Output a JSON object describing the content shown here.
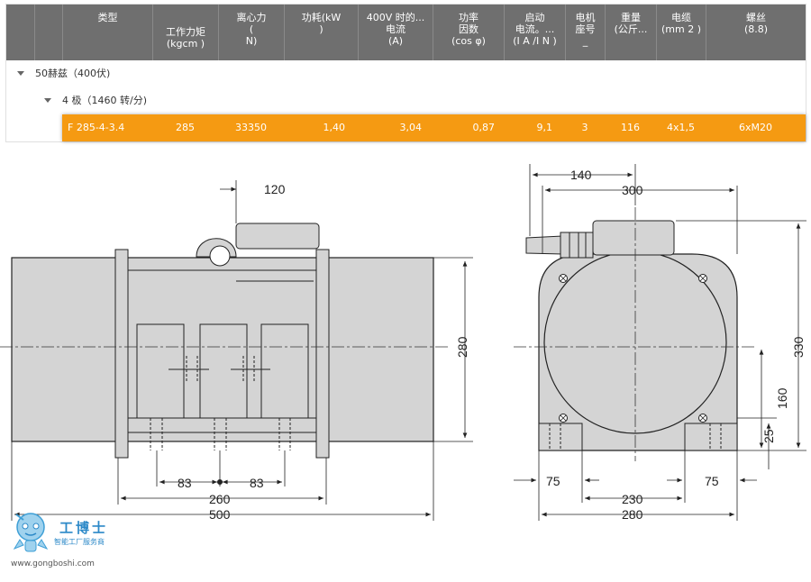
{
  "table": {
    "headers": [
      "类型",
      "工作力矩\n(kgcm )",
      "离心力\n(\nN)",
      "功耗(kW\n)",
      "400V 时的...\n电流\n(A)",
      "功率\n因数\n(cos φ)",
      "启动\n电流。...\n(I A /I N )",
      "电机\n座号\n_",
      "重量\n(公斤...",
      "电缆\n(mm 2 )",
      "螺丝\n(8.8)"
    ],
    "group_level1": "50赫兹（400伏)",
    "group_level2": "4 极（1460 转/分)",
    "row": [
      "F 285-4-3.4",
      "285",
      "33350",
      "1,40",
      "3,04",
      "0,87",
      "9,1",
      "3",
      "116",
      "4x1,5",
      "6xM20"
    ]
  },
  "drawing": {
    "side_view": {
      "dim_120": "120",
      "dim_280": "280",
      "dim_83_left": "83",
      "dim_83_right": "83",
      "dim_260": "260",
      "dim_500": "500"
    },
    "front_view": {
      "dim_140": "140",
      "dim_300": "300",
      "dim_330": "330",
      "dim_160": "160",
      "dim_25": "25",
      "dim_75_left": "75",
      "dim_75_right": "75",
      "dim_230": "230",
      "dim_280": "280"
    }
  },
  "watermark": {
    "title": "工博士",
    "subtitle": "智能工厂服务商",
    "url": "www.gongboshi.com"
  },
  "colors": {
    "header_bg": "#6f6f6f",
    "highlight_row": "#f59a12",
    "drawing_fill": "#d4d4d4",
    "logo_blue": "#2c89c8"
  }
}
